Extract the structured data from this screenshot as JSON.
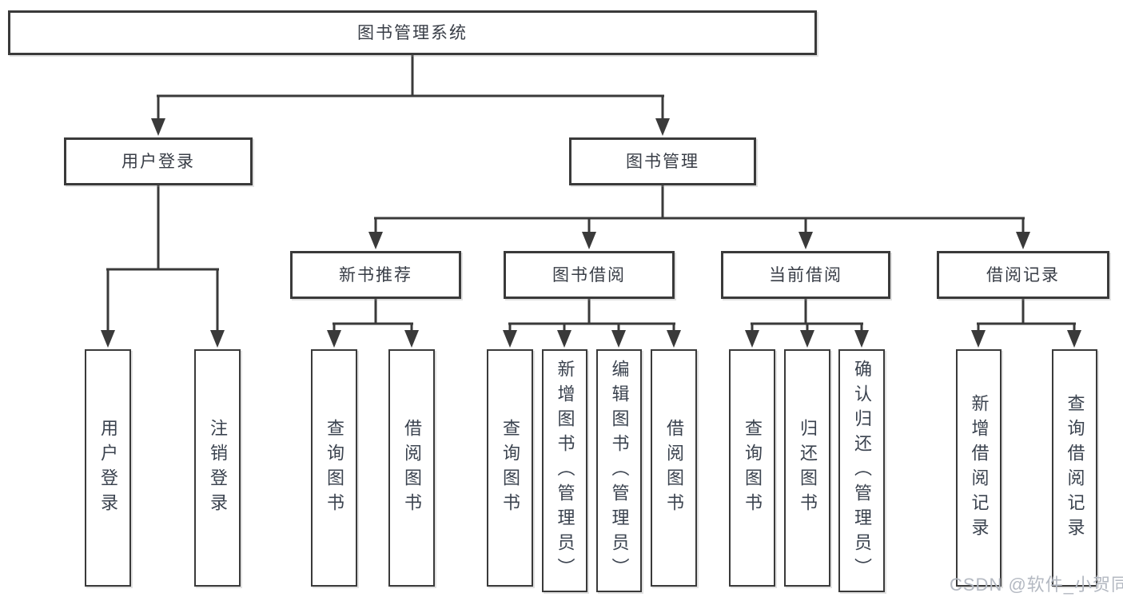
{
  "diagram": {
    "root": {
      "label": "图书管理系统"
    },
    "user_login": {
      "label": "用户登录",
      "children": [
        {
          "label": "用户登录"
        },
        {
          "label": "注销登录"
        }
      ]
    },
    "book_mgmt": {
      "label": "图书管理",
      "children": [
        {
          "label": "新书推荐",
          "children": [
            {
              "label": "查询图书"
            },
            {
              "label": "借阅图书"
            }
          ]
        },
        {
          "label": "图书借阅",
          "children": [
            {
              "label": "查询图书"
            },
            {
              "label": "新增图书（管理员）"
            },
            {
              "label": "编辑图书（管理员）"
            },
            {
              "label": "借阅图书"
            }
          ]
        },
        {
          "label": "当前借阅",
          "children": [
            {
              "label": "查询图书"
            },
            {
              "label": "归还图书"
            },
            {
              "label": "确认归还（管理员）"
            }
          ]
        },
        {
          "label": "借阅记录",
          "children": [
            {
              "label": "新增借阅记录"
            },
            {
              "label": "查询借阅记录"
            }
          ]
        }
      ]
    }
  },
  "watermark": "CSDN @软件_小贺同学",
  "colors": {
    "line": "#3a3a3a",
    "box_border": "#3a3a3a",
    "box_fill": "#ffffff",
    "text": "#383d46",
    "vertical_text": "#3b434f",
    "watermark": "#b4b9c2",
    "background": "#ffffff"
  }
}
